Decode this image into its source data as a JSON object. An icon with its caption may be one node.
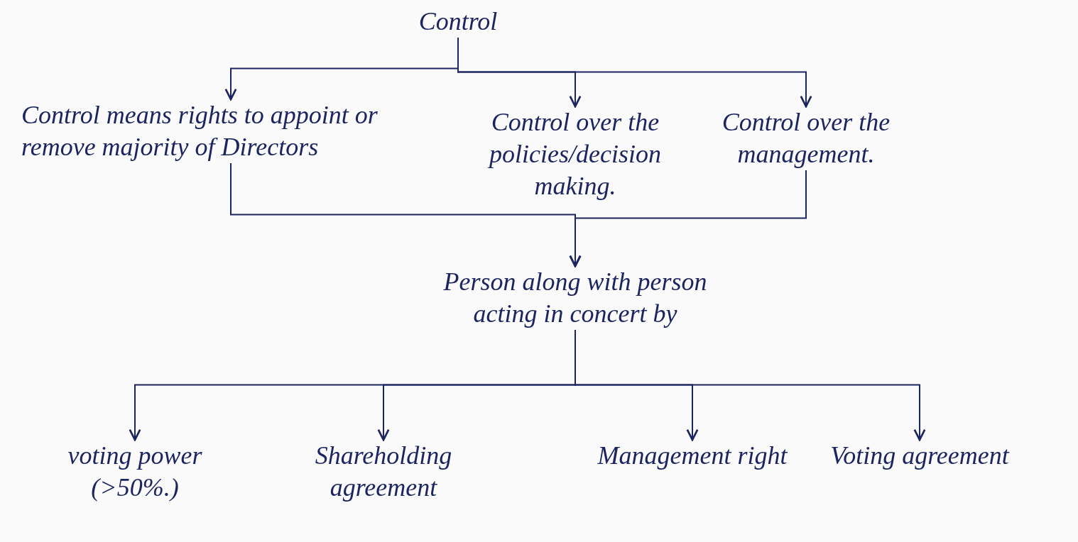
{
  "diagram": {
    "nodes": [
      {
        "text": [
          "Control"
        ]
      },
      {
        "text": [
          "Control means rights to appoint or remove majority of Directors"
        ]
      },
      {
        "text": [
          "Control over the policies/decision making."
        ]
      },
      {
        "text": [
          "Control over the management."
        ]
      },
      {
        "text": [
          "Person along with person acting in concert by"
        ]
      },
      {
        "text": [
          "voting power (>50%.)"
        ]
      },
      {
        "text": [
          "Shareholding agreement"
        ]
      },
      {
        "text": [
          "Management right"
        ]
      },
      {
        "text": [
          "Voting agreement"
        ]
      }
    ],
    "edges": [
      {
        "from": 0,
        "to": 1,
        "arrow": "to"
      },
      {
        "from": 0,
        "to": 2,
        "arrow": "to"
      },
      {
        "from": 0,
        "to": 3,
        "arrow": "to"
      },
      {
        "from": 1,
        "to": 4,
        "arrow": "to"
      },
      {
        "from": 3,
        "to": 4,
        "arrow": "to"
      },
      {
        "from": 4,
        "to": 5,
        "arrow": "to"
      },
      {
        "from": 4,
        "to": 6,
        "arrow": "to"
      },
      {
        "from": 4,
        "to": 7,
        "arrow": "to"
      },
      {
        "from": 4,
        "to": 8,
        "arrow": "to"
      }
    ]
  }
}
